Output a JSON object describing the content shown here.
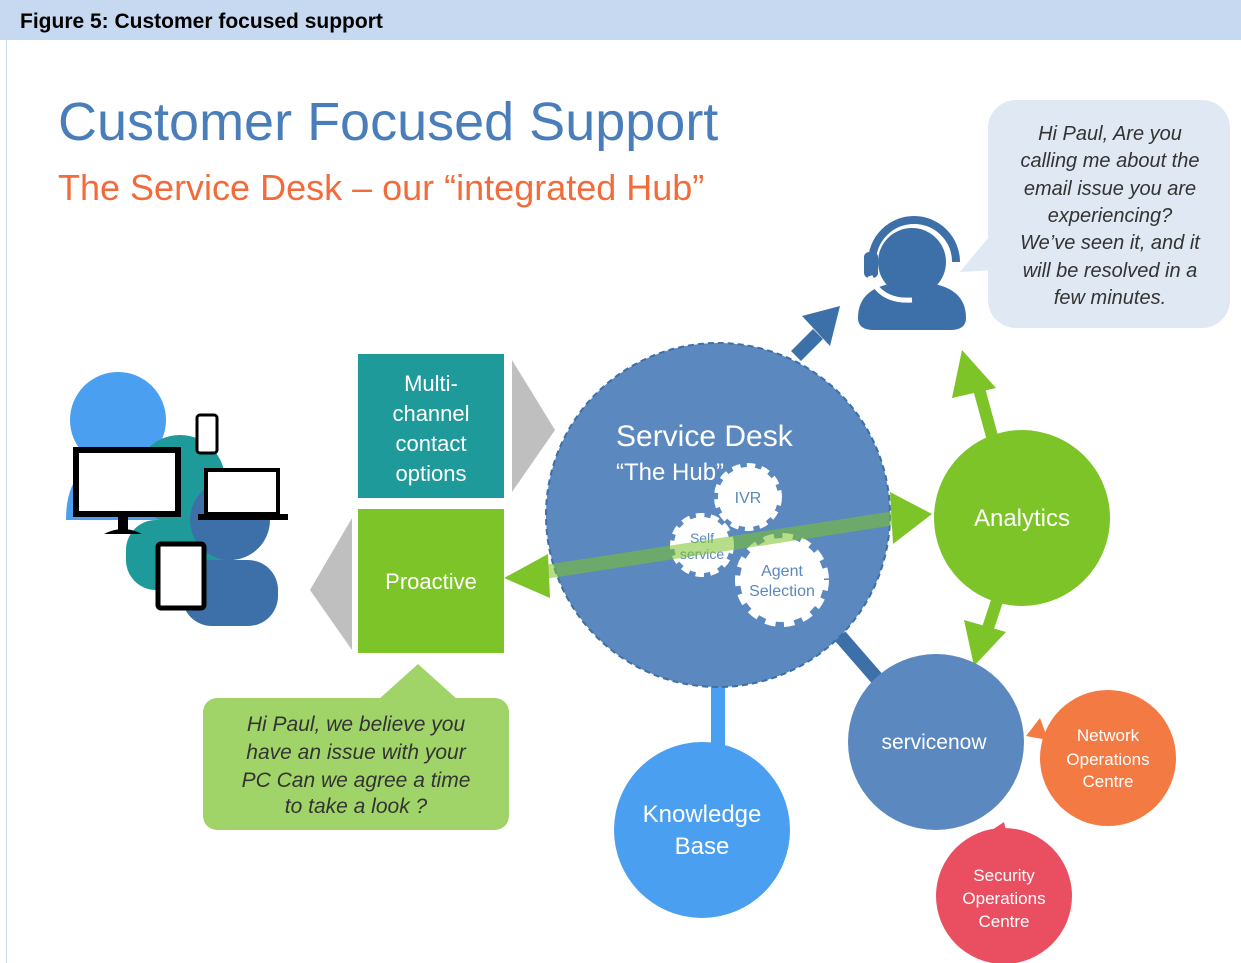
{
  "figure_caption": "Figure 5: Customer focused support",
  "title": "Customer Focused Support",
  "subtitle": "The Service Desk – our “integrated  Hub”",
  "colors": {
    "title": "#4a7ebb",
    "subtitle": "#f26b3a",
    "hub": "#5a88bf",
    "teal": "#1f9a9a",
    "green": "#7cc427",
    "blue": "#4a9ff0",
    "orange": "#f47a44",
    "red": "#ea4f61",
    "bubble": "#dfe8f3",
    "green_bubble": "#a0d468"
  },
  "agent_bubble": {
    "lines": [
      "Hi Paul, Are you",
      "calling me about the",
      "email issue you are",
      "experiencing?",
      "We’ve seen it, and it",
      "will be resolved in a",
      "few minutes."
    ]
  },
  "multichannel": {
    "lines": [
      "Multi-",
      "channel",
      "contact",
      "options"
    ]
  },
  "proactive": {
    "label": "Proactive"
  },
  "hub": {
    "title": "Service Desk",
    "subtitle": "“The Hub”",
    "gears": {
      "ivr": "IVR",
      "self_service": [
        "Self",
        "service"
      ],
      "agent_selection": [
        "Agent",
        "Selection"
      ]
    }
  },
  "analytics": {
    "label": "Analytics"
  },
  "knowledge_base": {
    "lines": [
      "Knowledge",
      "Base"
    ]
  },
  "servicenow": {
    "label": "servicenow"
  },
  "noc": {
    "lines": [
      "Network",
      "Operations",
      "Centre"
    ]
  },
  "soc": {
    "lines": [
      "Security",
      "Operations",
      "Centre"
    ]
  },
  "proactive_bubble": {
    "lines": [
      "Hi Paul, we believe you",
      "have an issue with your",
      "PC Can we agree a time",
      "to take a look ?"
    ]
  }
}
